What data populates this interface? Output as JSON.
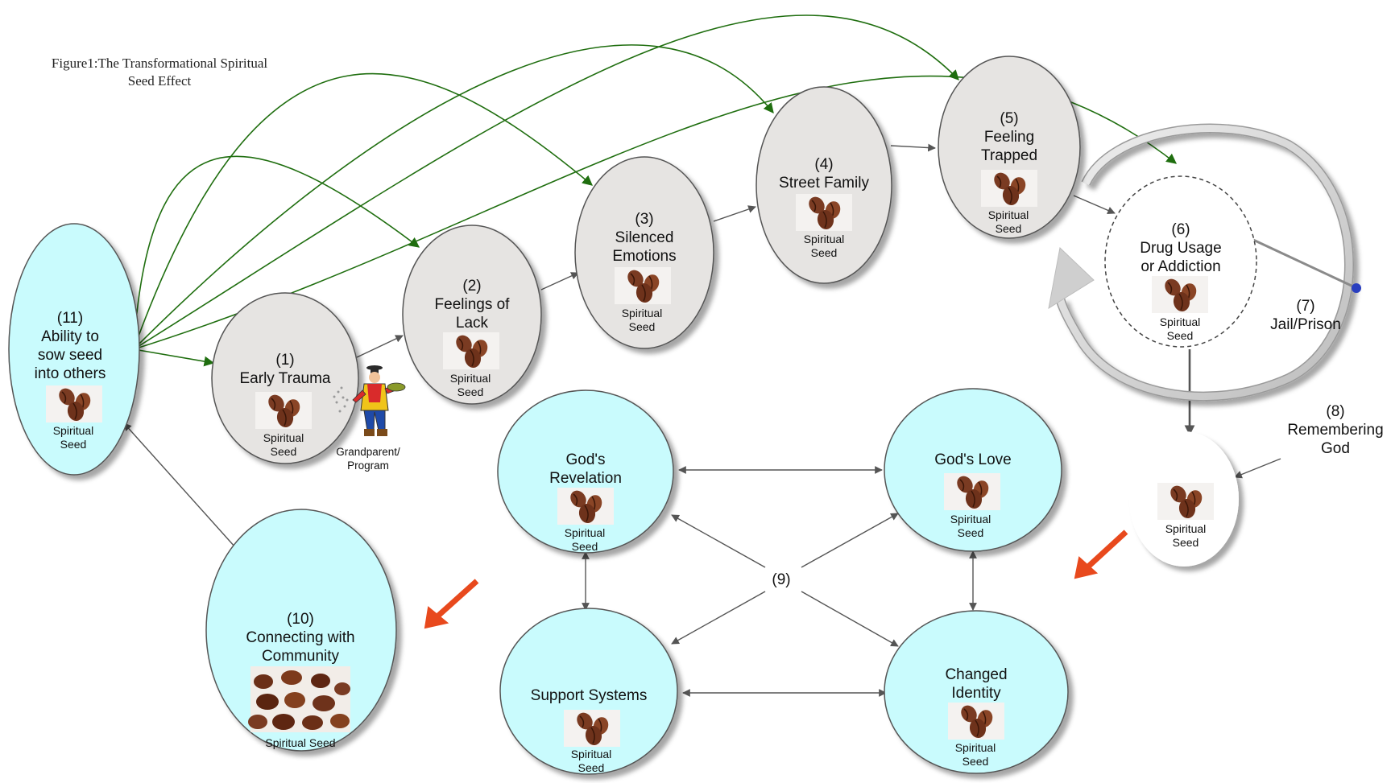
{
  "caption": {
    "line1": "Figure1:The Transformational Spiritual",
    "line2": "Seed Effect"
  },
  "seed_label": {
    "line1": "Spiritual",
    "line2": "Seed",
    "full": "Spiritual Seed"
  },
  "nodes": {
    "n1": {
      "num": "(1)",
      "lines": [
        "Early Trauma"
      ]
    },
    "n2": {
      "num": "(2)",
      "lines": [
        "Feelings of",
        "Lack"
      ]
    },
    "n3": {
      "num": "(3)",
      "lines": [
        "Silenced",
        "Emotions"
      ]
    },
    "n4": {
      "num": "(4)",
      "lines": [
        "Street Family"
      ]
    },
    "n5": {
      "num": "(5)",
      "lines": [
        "Feeling",
        "Trapped"
      ]
    },
    "n6": {
      "num": "(6)",
      "lines": [
        "Drug Usage",
        "or Addiction"
      ]
    },
    "n7": {
      "num": "(7)",
      "lines": [
        "Jail/Prison"
      ]
    },
    "n8": {
      "num": "(8)",
      "lines": [
        "Remembering",
        "God"
      ]
    },
    "n9": {
      "num": "(9)"
    },
    "n10": {
      "num": "(10)",
      "lines": [
        "Connecting with",
        "Community"
      ]
    },
    "n11": {
      "num": "(11)",
      "lines": [
        "Ability to",
        "sow seed",
        "into others"
      ]
    },
    "revelation": {
      "lines": [
        "God's",
        "Revelation"
      ]
    },
    "love": {
      "lines": [
        "God's Love"
      ]
    },
    "support": {
      "lines": [
        "Support Systems"
      ]
    },
    "identity": {
      "lines": [
        "Changed",
        "Identity"
      ]
    }
  },
  "farmer": {
    "line1": "Grandparent/",
    "line2": "Program"
  },
  "colors": {
    "grey_node": "#e6e4e2",
    "cyan_node": "#c9fbfd",
    "outline": "#555555",
    "green_arrow": "#1f6e0f",
    "grey_arrow": "#555555",
    "orange_arrow": "#e8491d",
    "seed_brown": "#7a3b22"
  },
  "icons": [
    "coffee-bean-icon",
    "farmer-sower-icon",
    "orange-arrow-icon",
    "pin-icon"
  ]
}
